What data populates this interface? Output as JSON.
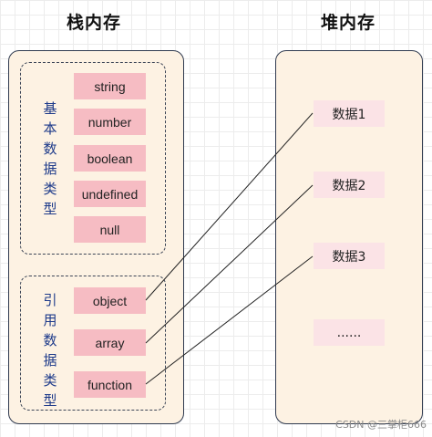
{
  "stack": {
    "title": "栈内存",
    "primitive_group": {
      "label": "基本数据类型",
      "items": [
        "string",
        "number",
        "boolean",
        "undefined",
        "null"
      ]
    },
    "reference_group": {
      "label": "引用数据类型",
      "items": [
        "object",
        "array",
        "function"
      ]
    }
  },
  "heap": {
    "title": "堆内存",
    "items": [
      "数据1",
      "数据2",
      "数据3",
      "......"
    ]
  },
  "watermark": "CSDN @三掌柜666"
}
